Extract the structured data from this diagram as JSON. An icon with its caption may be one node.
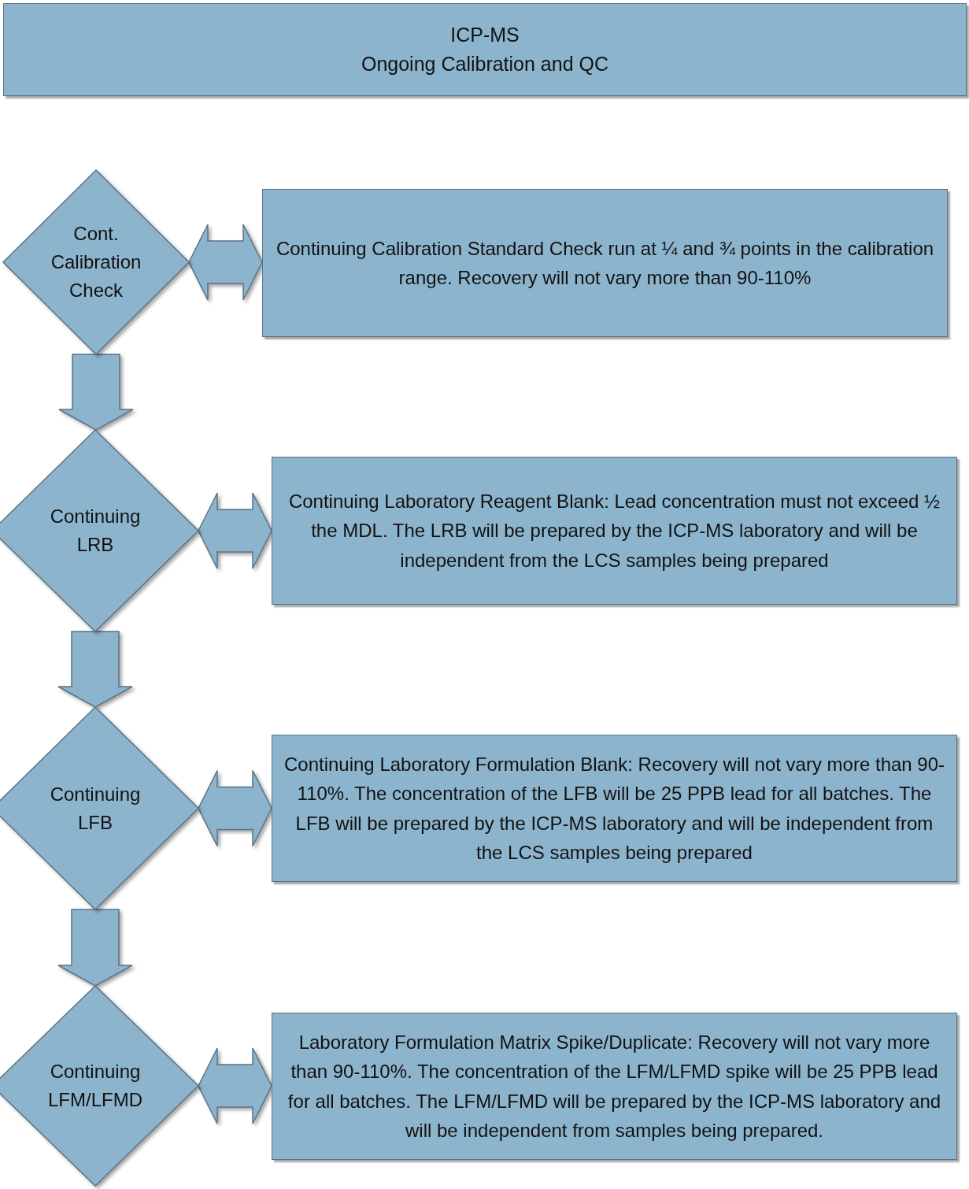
{
  "diagram": {
    "nodes": [
      {
        "text": [
          "ICP-MS",
          "Ongoing Calibration and  QC"
        ]
      },
      {
        "text": [
          "Cont. Calibration Check"
        ]
      },
      {
        "text": [
          "Continuing Calibration Standard Check run at ¼ and ¾ points in the calibration range. Recovery will not vary more than  90-110%"
        ]
      },
      {
        "text": [
          "Continuing LRB"
        ]
      },
      {
        "text": [
          "Continuing Laboratory Reagent Blank: Lead concentration must not exceed ½ the MDL. The LRB will be prepared by the ICP-MS laboratory and will be independent from the LCS samples being prepared"
        ]
      },
      {
        "text": [
          "Continuing LFB"
        ]
      },
      {
        "text": [
          "Continuing Laboratory Formulation Blank: Recovery will not vary more than  90-110%. The concentration of the LFB will be 25 PPB lead for all batches. The LFB will be prepared by the ICP-MS laboratory and will be independent from the LCS samples being prepared"
        ]
      },
      {
        "text": [
          "Continuing LFM/LFMD"
        ]
      },
      {
        "text": [
          "Laboratory Formulation Matrix Spike/Duplicate: Recovery will not vary more than  90-110%. The concentration of the LFM/LFMD spike will be 25 PPB lead for all batches. The LFM/LFMD will be prepared by the ICP-MS laboratory and will be independent from samples being prepared."
        ]
      }
    ],
    "edges": [
      {
        "from": 1,
        "to": 2,
        "arrow": "both"
      },
      {
        "from": 1,
        "to": 3,
        "arrow": "to"
      },
      {
        "from": 3,
        "to": 4,
        "arrow": "both"
      },
      {
        "from": 3,
        "to": 5,
        "arrow": "to"
      },
      {
        "from": 5,
        "to": 6,
        "arrow": "both"
      },
      {
        "from": 5,
        "to": 7,
        "arrow": "to"
      },
      {
        "from": 7,
        "to": 8,
        "arrow": "both"
      }
    ]
  }
}
